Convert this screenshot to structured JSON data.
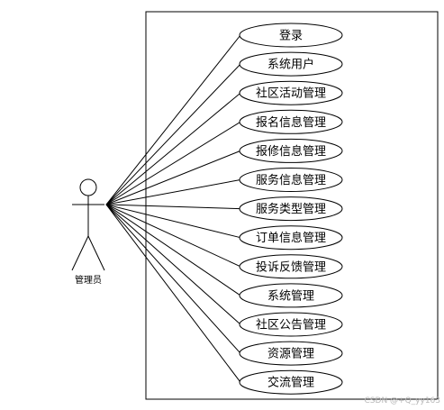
{
  "actor": {
    "label": "管理员"
  },
  "use_cases": [
    "登录",
    "系统用户",
    "社区活动管理",
    "报名信息管理",
    "报修信息管理",
    "服务信息管理",
    "服务类型管理",
    "订单信息管理",
    "投诉反馈管理",
    "系统管理",
    "社区公告管理",
    "资源管理",
    "交流管理"
  ],
  "watermark": "CSDN @+Q_yy163"
}
